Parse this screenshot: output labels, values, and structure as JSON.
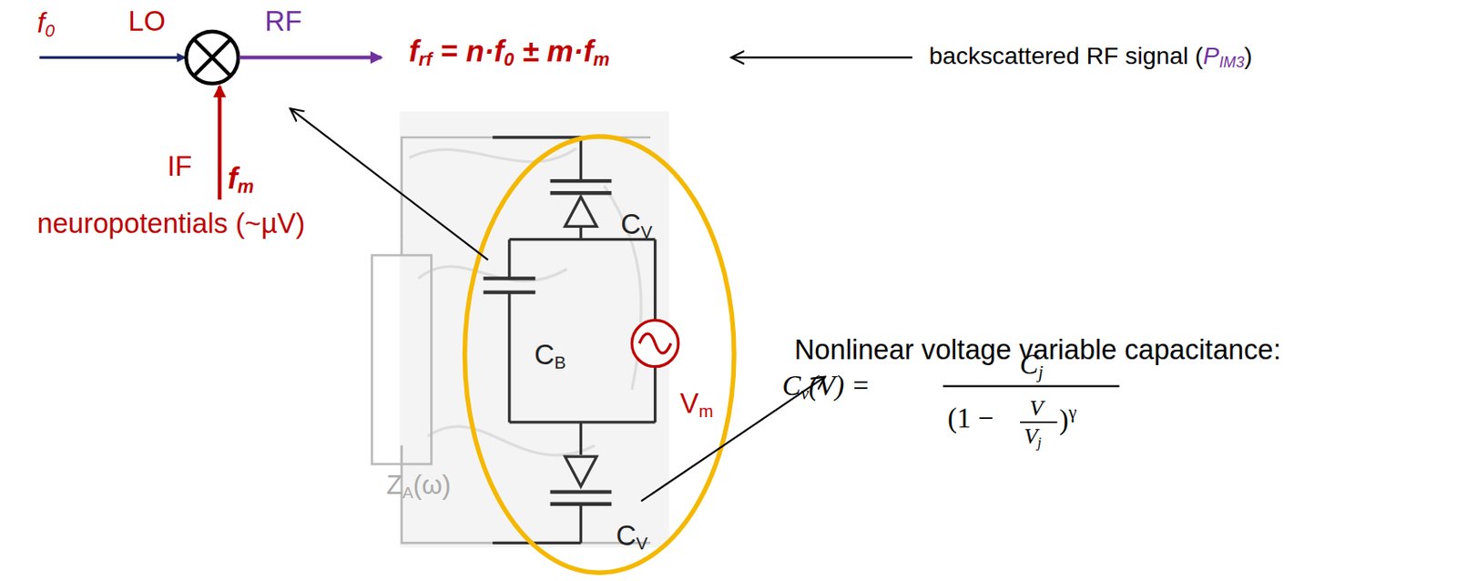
{
  "diagram": {
    "labels": [
      "f0",
      "LO",
      "RF",
      "frf = n·f0 ± m·fm",
      "backscattered RF signal (PIM3)",
      "IF",
      "fm",
      "neuropotentials (~µV)",
      "CV",
      "CB",
      "Vm",
      "ZA(ω)",
      "CV",
      "Nonlinear voltage variable capacitance:",
      "Cv(V) =",
      "Cj",
      "(1 −",
      "V",
      "Vj",
      ")γ"
    ]
  }
}
